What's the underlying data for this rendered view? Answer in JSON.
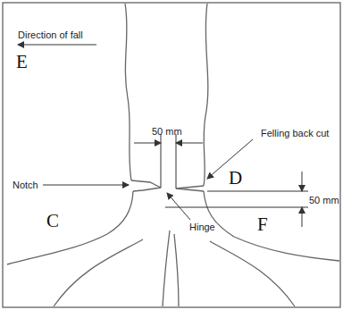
{
  "diagram": {
    "labels": [
      "Direction of fall",
      "E",
      "50 mm",
      "Felling back cut",
      "D",
      "50 mm",
      "Notch",
      "C",
      "Hinge",
      "F"
    ]
  }
}
